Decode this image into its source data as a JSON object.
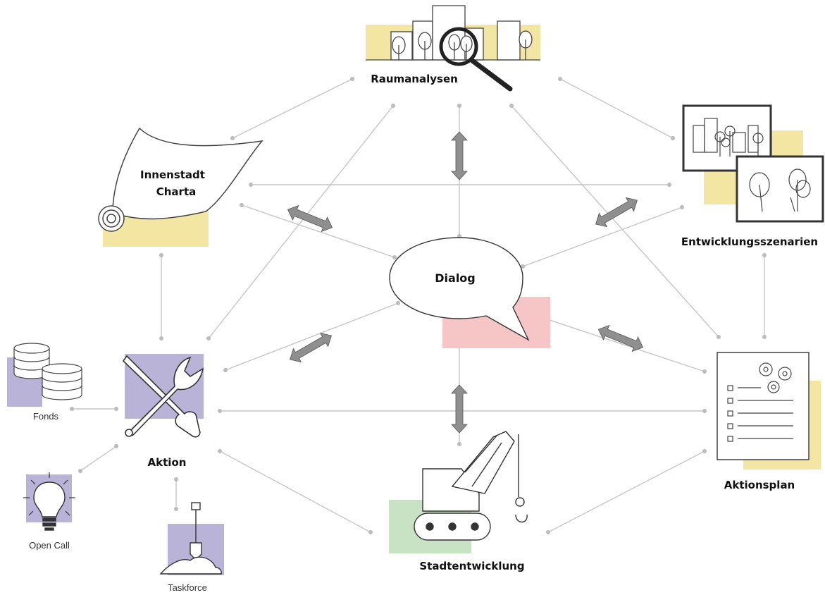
{
  "nodes": {
    "raumanalysen": "Raumanalysen",
    "innenstadt_charta_line1": "Innenstadt",
    "innenstadt_charta_line2": "Charta",
    "entwicklungsszenarien": "Entwicklungsszenarien",
    "dialog": "Dialog",
    "aktion": "Aktion",
    "aktionsplan": "Aktionsplan",
    "stadtentwicklung": "Stadtentwicklung"
  },
  "satellites": {
    "fonds": "Fonds",
    "open_call": "Open Call",
    "taskforce": "Taskforce"
  },
  "colors": {
    "yellow": "#f3e6a2",
    "purple": "#b9b3d8",
    "pink": "#f6c6c6",
    "green": "#c8e2c4",
    "line": "#c4c4c4",
    "arrow": "#8a8a8a",
    "stroke": "#333333"
  }
}
